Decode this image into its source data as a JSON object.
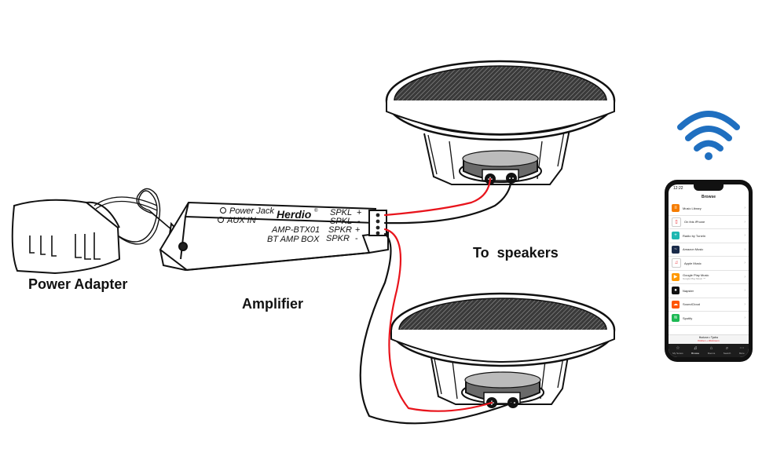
{
  "labels": {
    "power_adapter": "Power Adapter",
    "amplifier": "Amplifier",
    "to_speakers": "To  speakers"
  },
  "amp_box": {
    "power_jack": "Power Jack",
    "aux_in": "AUX IN",
    "brand": "Herdio",
    "brand_mark": "®",
    "model": "AMP-BTX01",
    "desc": "BT AMP BOX",
    "terminals": [
      "SPKL",
      "SPKL",
      "SPKR",
      "SPKR"
    ],
    "polarity": [
      "+",
      "-",
      "+",
      "-"
    ]
  },
  "speaker": {
    "plus": "+",
    "minus": "−"
  },
  "phone": {
    "time": "12:22",
    "title": "Browse",
    "items": [
      {
        "label": "Music Library",
        "sub": "",
        "color": "#f57c00",
        "icon": "≡"
      },
      {
        "label": "On this iPhone",
        "sub": "",
        "color": "#ffffff",
        "icon": "▯"
      },
      {
        "label": "Radio by TuneIn",
        "sub": "",
        "color": "#1eb7b1",
        "icon": "+"
      },
      {
        "label": "Amazon Music",
        "sub": "",
        "color": "#1a2b4a",
        "icon": "~"
      },
      {
        "label": "Apple Music",
        "sub": "",
        "color": "#ffffff",
        "icon": "♫"
      },
      {
        "label": "Google Play Music",
        "sub": "Google Play Music ™",
        "color": "#ff9800",
        "icon": "▶"
      },
      {
        "label": "Napster",
        "sub": "",
        "color": "#111111",
        "icon": "●"
      },
      {
        "label": "SoundCloud",
        "sub": "",
        "color": "#ff5500",
        "icon": "☁"
      },
      {
        "label": "Spotify",
        "sub": "",
        "color": "#1db954",
        "icon": "≋"
      }
    ],
    "now_playing": "Horizon • Tycho",
    "now_sub": "Kitchen + Workroom",
    "tabs": [
      "My Sonos",
      "Browse",
      "Rooms",
      "Search",
      "More"
    ]
  },
  "colors": {
    "wire_red": "#e8141c",
    "wire_black": "#111111",
    "wifi_blue": "#1f6fc0"
  }
}
